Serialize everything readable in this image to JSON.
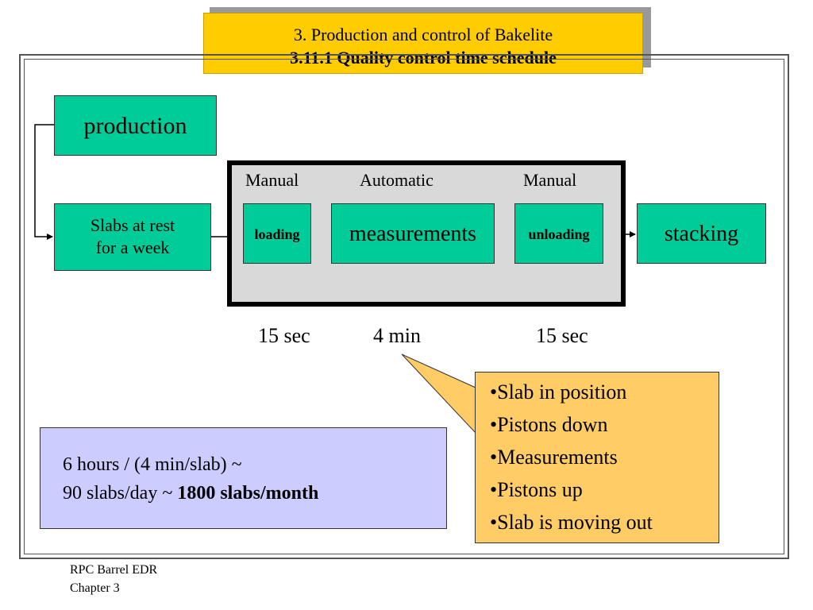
{
  "title": {
    "line1": "3. Production and control of  Bakelite",
    "line2": "3.11.1 Quality control time schedule"
  },
  "flow": {
    "production": "production",
    "slabs_line1": "Slabs at rest",
    "slabs_line2": "for a week",
    "stacking": "stacking"
  },
  "station": {
    "headers": [
      "Manual",
      "Automatic",
      "Manual"
    ],
    "loading": "loading",
    "measurements": "measurements",
    "unloading": "unloading"
  },
  "times": [
    "15 sec",
    "4 min",
    "15 sec"
  ],
  "calc": {
    "line1": "6 hours  / (4 min/slab) ~",
    "line2_prefix": "90 slabs/day ~ ",
    "line2_bold": "1800 slabs/month"
  },
  "steps": [
    "•Slab in position",
    "•Pistons down",
    "•Measurements",
    "•Pistons up",
    "•Slab is moving out"
  ],
  "footer": {
    "line1": "RPC Barrel EDR",
    "line2": "Chapter 3"
  }
}
